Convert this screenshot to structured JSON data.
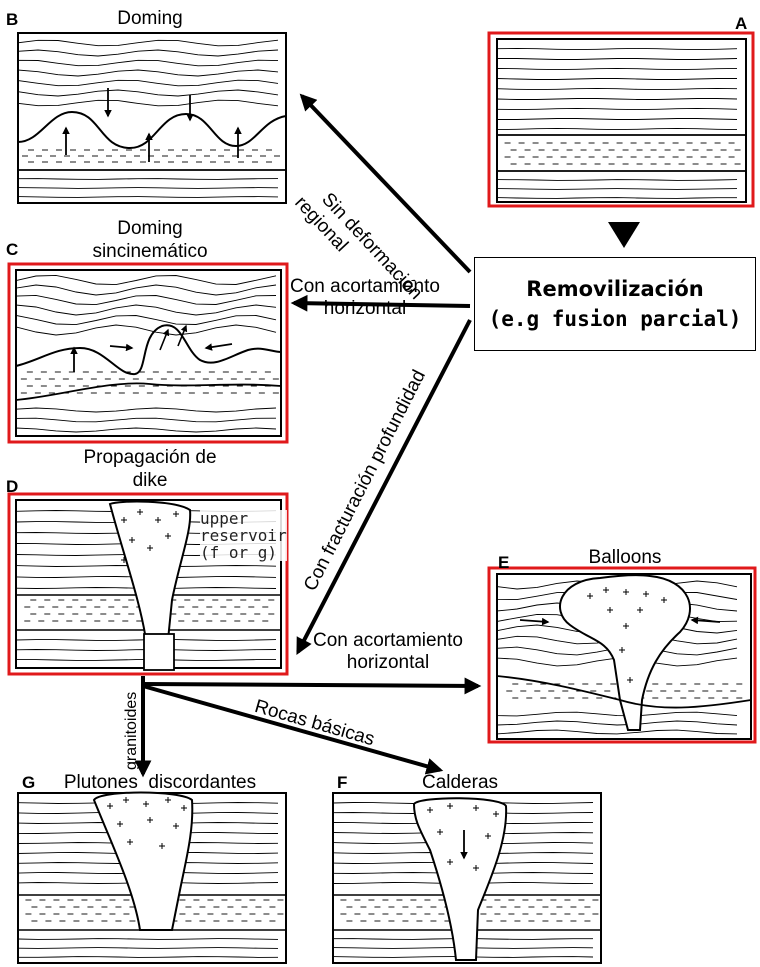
{
  "panels": {
    "a": {
      "letter": "A"
    },
    "b": {
      "letter": "B",
      "title": "Doming"
    },
    "c": {
      "letter": "C",
      "title_line1": "Doming",
      "title_line2": "sincinemático"
    },
    "d": {
      "letter": "D",
      "title_line1": "Propagación de",
      "title_line2": "dike",
      "inset_line1": "upper",
      "inset_line2": "reservoir",
      "inset_line3": "(f or g)"
    },
    "e": {
      "letter": "E",
      "title": "Balloons"
    },
    "f": {
      "letter": "F",
      "title": "Calderas"
    },
    "g": {
      "letter": "G",
      "title": "Plutones  discordantes"
    }
  },
  "center_box": {
    "line1": "Removilización",
    "line2": "(e.g fusion parcial)"
  },
  "arrow_labels": {
    "sin_deformacion_1": "Sin deformación",
    "sin_deformacion_2": "regional",
    "con_acortamiento_c_1": "Con acortamiento",
    "con_acortamiento_c_2": "horizontal",
    "fracturacion": "Con fracturación profundidad",
    "con_acortamiento_e_1": "Con acortamiento",
    "con_acortamiento_e_2": "horizontal",
    "rocas_basicas": "Rocas básicas",
    "granitoides": "granitoides"
  },
  "colors": {
    "highlight_border": "#e0191b",
    "ink": "#000000"
  }
}
